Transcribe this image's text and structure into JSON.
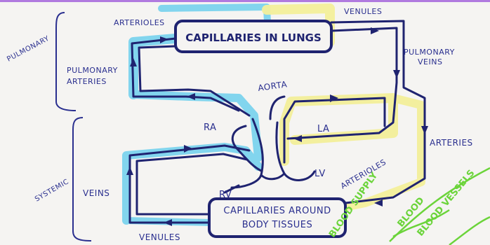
{
  "diagram": {
    "boxes": {
      "lungs": "CAPILLARIES IN LUNGS",
      "body_line1": "CAPILLARIES AROUND",
      "body_line2": "BODY TISSUES"
    },
    "labels": {
      "arterioles_top": "ARTERIOLES",
      "venules_top": "VENULES",
      "pulmonary_veins_line1": "PULMONARY",
      "pulmonary_veins_line2": "VEINS",
      "pulmonary_arteries_line1": "PULMONARY",
      "pulmonary_arteries_line2": "ARTERIES",
      "pulmonary_bracket": "PULMONARY",
      "systemic_bracket": "SYSTEMIC",
      "aorta": "AORTA",
      "ra": "RA",
      "la": "LA",
      "lv": "LV",
      "rv": "RV",
      "arteries_right": "ARTERIES",
      "veins_left": "VEINS",
      "arterioles_bottom": "ARTERIOLES",
      "venules_bottom": "VENULES"
    },
    "green_notes": {
      "blood_supply": "BLOOD SUPPLY",
      "blood": "BLOOD",
      "blood_vessels": "BLOOD VESSELS"
    },
    "colors": {
      "ink": "#1f2370",
      "deoxygenated_highlight": "#6fd0ee",
      "oxygenated_highlight": "#f3ef9a",
      "green_pen": "#6bd43a",
      "paper": "#f5f4f2"
    }
  }
}
